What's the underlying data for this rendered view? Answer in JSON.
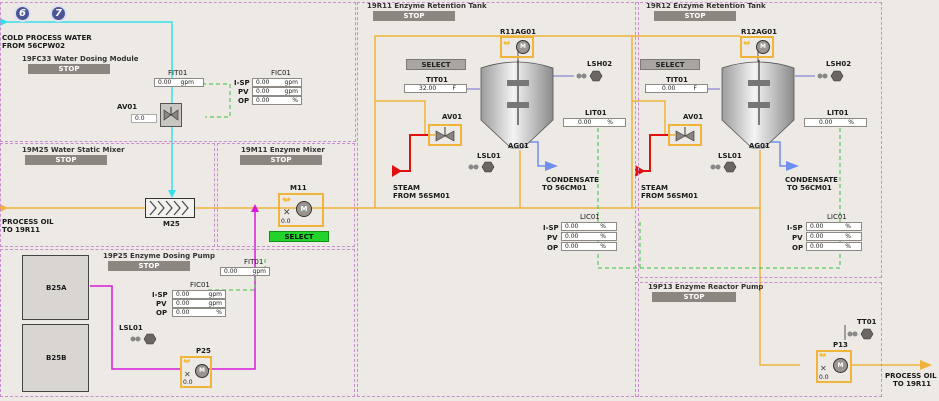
{
  "nav": {
    "btn1": "6",
    "btn2": "7"
  },
  "cold_water": {
    "line1": "COLD PROCESS WATER",
    "line2": "FROM 56CPW02"
  },
  "dosing_module": {
    "title": "19FC33 Water Dosing Module",
    "status": "STOP",
    "fit": {
      "tag": "FIT01",
      "value": "0.00",
      "unit": "gpm"
    },
    "fic": {
      "tag": "FIC01",
      "rows": [
        {
          "label": "I-SP",
          "value": "0.00",
          "unit": "gpm"
        },
        {
          "label": "PV",
          "value": "0.00",
          "unit": "gpm"
        },
        {
          "label": "OP",
          "value": "0.00",
          "unit": "%"
        }
      ]
    },
    "av": {
      "tag": "AV01",
      "value": "0.0"
    }
  },
  "static_mixer": {
    "title": "19M25 Water Static Mixer",
    "status": "STOP",
    "tag": "M25"
  },
  "process_oil_in": {
    "line1": "PROCESS OIL",
    "line2": "TO 19R11"
  },
  "enzyme_mixer": {
    "title": "19M11 Enzyme Mixer",
    "status": "STOP",
    "motor_tag": "M11",
    "motor_value": "0.0",
    "select": "SELECT"
  },
  "dosing_pump": {
    "title": "19P25 Enzyme Dosing Pump",
    "status": "STOP",
    "tote_a": "B25A",
    "tote_b": "B25B",
    "fit": {
      "tag": "FIT01",
      "value": "0.00",
      "unit": "gpm"
    },
    "fic": {
      "tag": "FIC01",
      "rows": [
        {
          "label": "I-SP",
          "value": "0.00",
          "unit": "gpm"
        },
        {
          "label": "PV",
          "value": "0.00",
          "unit": "gpm"
        },
        {
          "label": "OP",
          "value": "0.00",
          "unit": "%"
        }
      ]
    },
    "lsl": "LSL01",
    "pump_tag": "P25",
    "pump_value": "0.0"
  },
  "tank1": {
    "title": "19R11 Enzyme Retention Tank",
    "status": "STOP",
    "select": "SELECT",
    "agitator_tag": "R11AG01",
    "lsh": "LSH02",
    "tit": {
      "tag": "TIT01",
      "value": "32.00",
      "unit": "F"
    },
    "lit": {
      "tag": "LIT01",
      "value": "0.00",
      "unit": "%"
    },
    "av": "AV01",
    "lsl": "LSL01",
    "ag": "AG01",
    "steam": {
      "line1": "STEAM",
      "line2": "FROM 56SM01"
    },
    "condensate": {
      "line1": "CONDENSATE",
      "line2": "TO 56CM01"
    },
    "lic": {
      "tag": "LIC01",
      "rows": [
        {
          "label": "I-SP",
          "value": "0.00",
          "unit": "%"
        },
        {
          "label": "PV",
          "value": "0.00",
          "unit": "%"
        },
        {
          "label": "OP",
          "value": "0.00",
          "unit": "%"
        }
      ]
    }
  },
  "tank2": {
    "title": "19R12 Enzyme Retention Tank",
    "status": "STOP",
    "select": "SELECT",
    "agitator_tag": "R12AG01",
    "lsh": "LSH02",
    "tit": {
      "tag": "TIT01",
      "value": "0.00",
      "unit": "F"
    },
    "lit": {
      "tag": "LIT01",
      "value": "0.00",
      "unit": "%"
    },
    "av": "AV01",
    "lsl": "LSL01",
    "ag": "AG01",
    "steam": {
      "line1": "STEAM",
      "line2": "FROM 56SM01"
    },
    "condensate": {
      "line1": "CONDENSATE",
      "line2": "TO 56CM01"
    },
    "lic": {
      "tag": "LIC01",
      "rows": [
        {
          "label": "I-SP",
          "value": "0.00",
          "unit": "%"
        },
        {
          "label": "PV",
          "value": "0.00",
          "unit": "%"
        },
        {
          "label": "OP",
          "value": "0.00",
          "unit": "%"
        }
      ]
    }
  },
  "reactor_pump": {
    "title": "19P13 Enzyme Reactor Pump",
    "status": "STOP",
    "tt": "TT01",
    "pump_tag": "P13",
    "pump_value": "0.0"
  },
  "process_oil_out": {
    "line1": "PROCESS OIL",
    "line2": "TO 19R11"
  },
  "colors": {
    "oil": "#f0b43a",
    "water": "#34e0ec",
    "enzyme": "#d81ad8",
    "steam": "#e01010",
    "condensate": "#6e8ef0",
    "pv_line": "#36c23d"
  }
}
